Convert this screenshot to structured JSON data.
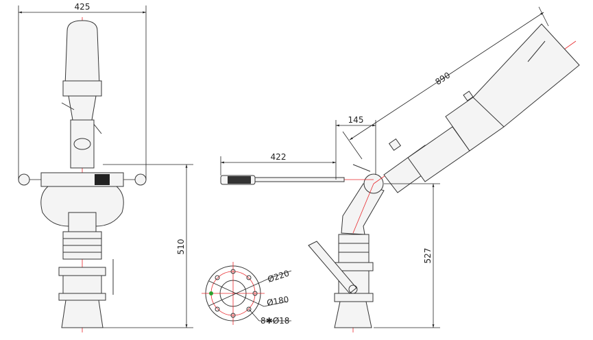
{
  "drawing": {
    "dimensions": {
      "front_width": "425",
      "front_height": "510",
      "handle_length": "422",
      "pivot_offset": "145",
      "barrel_length": "890",
      "side_height": "527"
    },
    "flange": {
      "outer_diameter": "Ø220",
      "bolt_circle": "Ø180",
      "bolt_holes": "8✱Ø18"
    },
    "colors": {
      "outline": "#333333",
      "centerline": "#e8262a",
      "marker": "#2ca02c"
    }
  }
}
